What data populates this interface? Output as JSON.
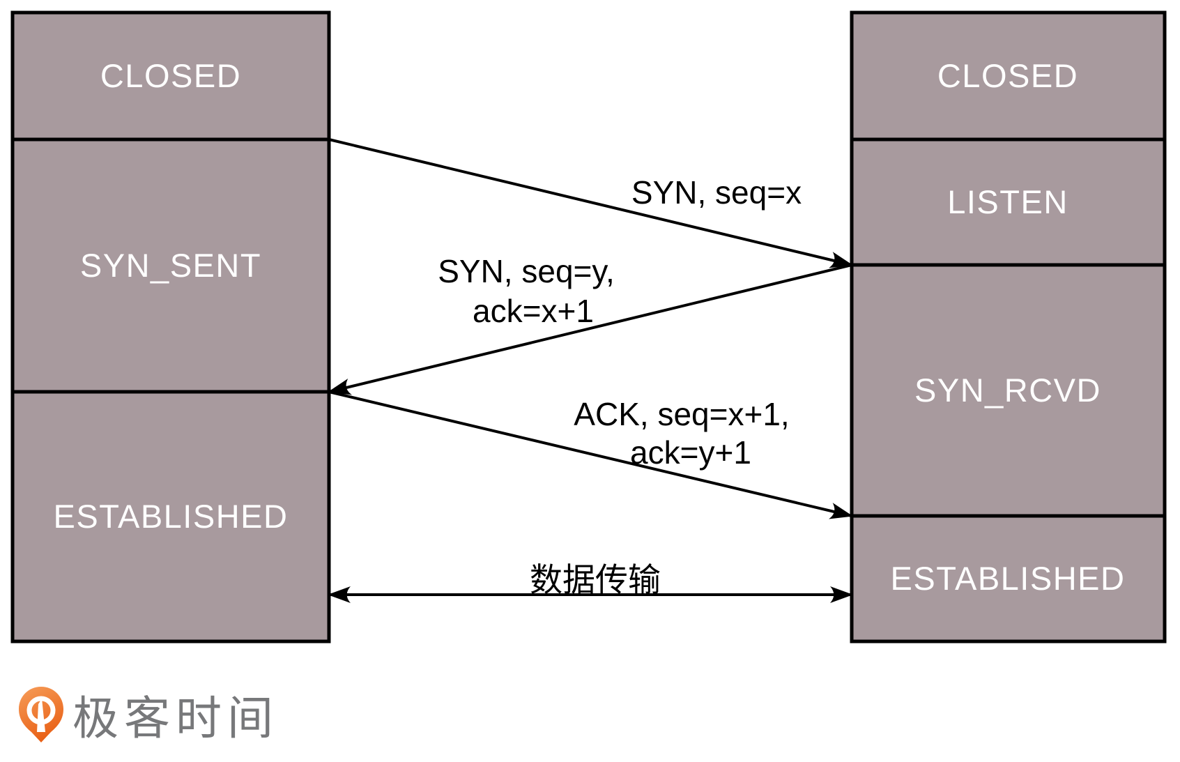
{
  "diagram": {
    "client": {
      "states": [
        {
          "label": "CLOSED"
        },
        {
          "label": "SYN_SENT"
        },
        {
          "label": "ESTABLISHED"
        }
      ]
    },
    "server": {
      "states": [
        {
          "label": "CLOSED"
        },
        {
          "label": "LISTEN"
        },
        {
          "label": "SYN_RCVD"
        },
        {
          "label": "ESTABLISHED"
        }
      ]
    },
    "messages": [
      {
        "label": "SYN, seq=x"
      },
      {
        "line1": "SYN, seq=y,",
        "line2": "ack=x+1"
      },
      {
        "line1": "ACK, seq=x+1,",
        "line2": "ack=y+1"
      },
      {
        "label": "数据传输"
      }
    ],
    "colors": {
      "box_fill": "#a89a9e",
      "box_border": "#000000",
      "state_text": "#ffffff",
      "label_text": "#000000",
      "arrow": "#000000"
    }
  },
  "footer": {
    "logo_text": "极客时间",
    "logo_text_color": "#77787a",
    "logo_orange_light": "#f69d59",
    "logo_orange_dark": "#e96218"
  }
}
